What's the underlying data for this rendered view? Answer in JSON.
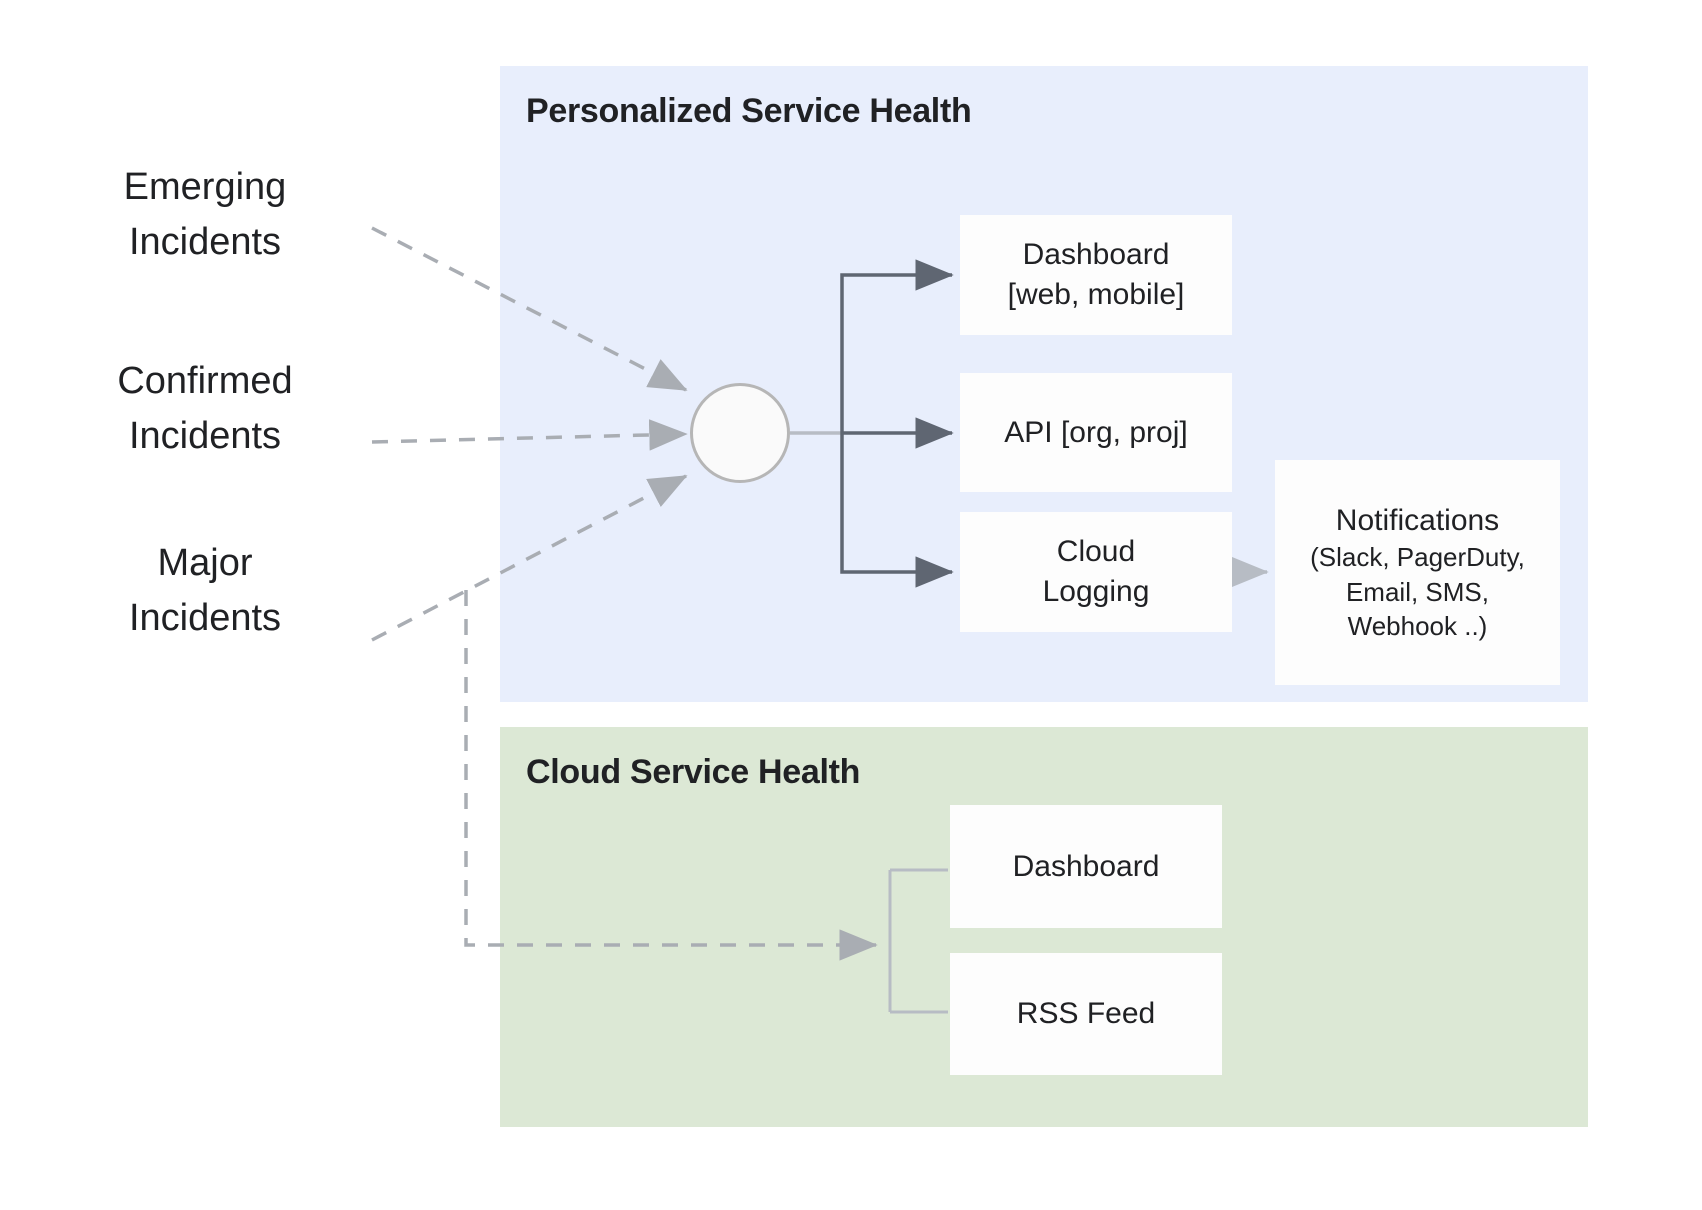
{
  "diagram": {
    "title_hidden": "",
    "sources": [
      {
        "id": "emerging",
        "label": "Emerging\nIncidents",
        "line1": "Emerging",
        "line2": "Incidents"
      },
      {
        "id": "confirmed",
        "label": "Confirmed\nIncidents",
        "line1": "Confirmed",
        "line2": "Incidents"
      },
      {
        "id": "major",
        "label": "Major\nIncidents",
        "line1": "Major",
        "line2": "Incidents"
      }
    ],
    "hub": {
      "name": "incident-hub",
      "label": ""
    },
    "panels": [
      {
        "id": "personalized-service-health",
        "title": "Personalized Service Health",
        "color": "#e8eefc",
        "nodes": [
          {
            "id": "dashboard-web-mobile",
            "line1": "Dashboard",
            "line2": "[web, mobile]"
          },
          {
            "id": "api-org-proj",
            "line1": "API [org, proj]",
            "line2": ""
          },
          {
            "id": "cloud-logging",
            "line1": "Cloud",
            "line2": "Logging"
          },
          {
            "id": "notifications",
            "line1": "Notifications",
            "line2": "(Slack, PagerDuty,",
            "line3": "Email, SMS,",
            "line4": "Webhook ..)"
          }
        ]
      },
      {
        "id": "cloud-service-health",
        "title": "Cloud Service Health",
        "color": "#dce8d5",
        "nodes": [
          {
            "id": "dashboard",
            "line1": "Dashboard",
            "line2": ""
          },
          {
            "id": "rss-feed",
            "line1": "RSS Feed",
            "line2": ""
          }
        ]
      }
    ],
    "colors": {
      "panel_blue": "#e8eefc",
      "panel_green": "#dce8d5",
      "box_white": "#fdfdfd",
      "arrow_dark": "#5f6672",
      "arrow_light": "#b7bcc4",
      "dashed_gray": "#a9adb3",
      "text": "#202124"
    }
  }
}
